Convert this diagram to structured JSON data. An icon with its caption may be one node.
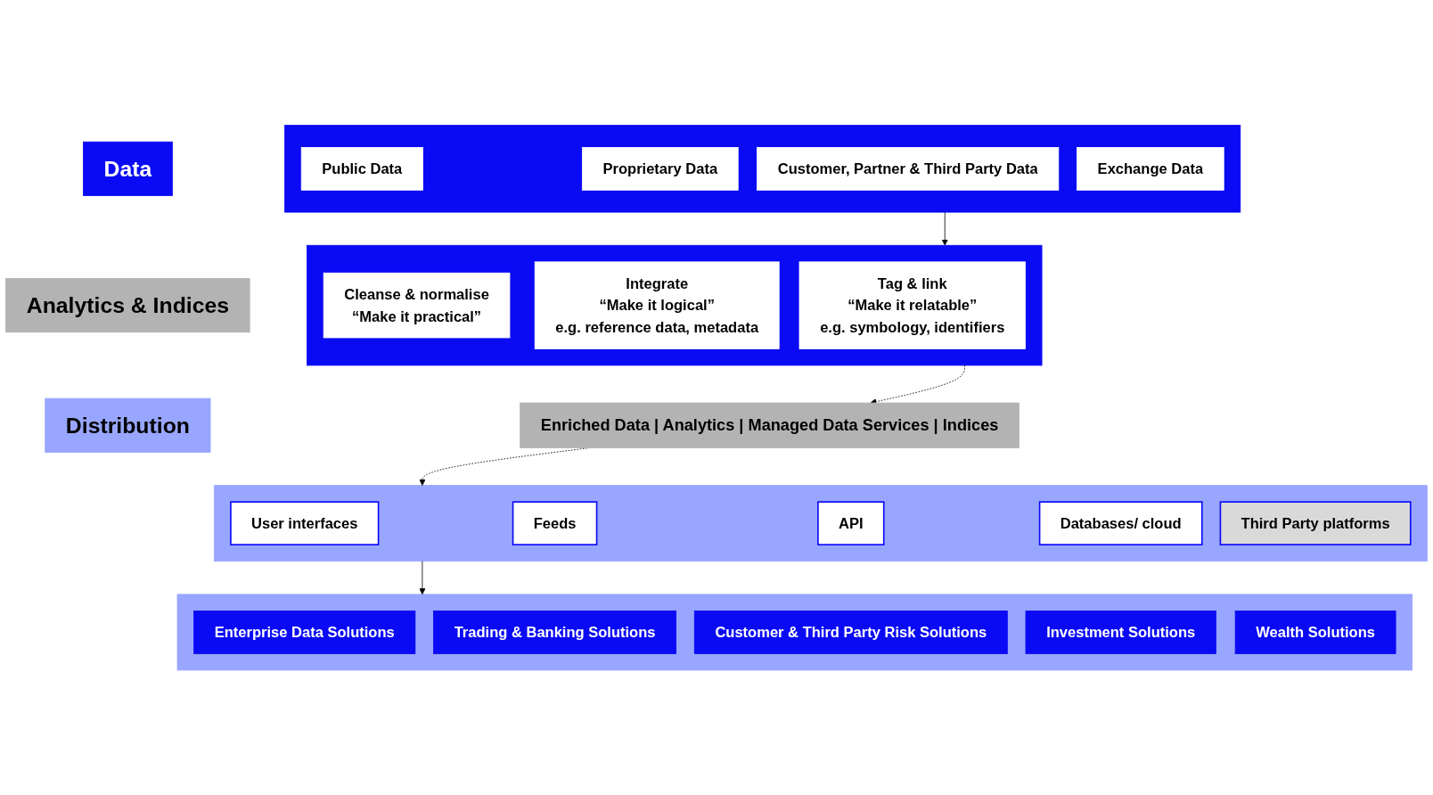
{
  "diagram": {
    "nodes": [
      {
        "text": [
          "Data"
        ]
      },
      {
        "text": [
          "Analytics & Indices"
        ]
      },
      {
        "text": [
          "Distribution"
        ]
      },
      {
        "text": [],
        "shape": "box"
      },
      {
        "text": [
          "Proprietary Data"
        ],
        "in": 3
      },
      {
        "text": [
          "Public Data"
        ],
        "in": 3
      },
      {
        "text": [
          "Customer, Partner & Third Party Data"
        ],
        "in": 3
      },
      {
        "text": [
          "Exchange Data"
        ],
        "in": 3
      },
      {
        "text": [],
        "shape": "box"
      },
      {
        "text": [
          "Cleanse & normalise",
          "“Make it practical”"
        ],
        "in": 8
      },
      {
        "text": [
          "Integrate",
          "“Make it logical”",
          "e.g. reference data, metadata"
        ],
        "in": 8
      },
      {
        "text": [
          "Tag & link",
          "“Make it relatable”",
          "e.g. symbology, identifiers"
        ],
        "in": 8
      },
      {
        "text": [
          "Enriched Data  |  Analytics  |  Managed Data Services  |  Indices"
        ]
      },
      {
        "text": [],
        "shape": "box"
      },
      {
        "text": [
          "User interfaces"
        ],
        "in": 13
      },
      {
        "text": [
          "Feeds"
        ],
        "in": 13
      },
      {
        "text": [
          "API"
        ],
        "in": 13
      },
      {
        "text": [
          "Databases/ cloud"
        ],
        "in": 13
      },
      {
        "text": [
          "Third Party platforms"
        ],
        "in": 13
      },
      {
        "text": [],
        "shape": "box"
      },
      {
        "text": [
          "Enterprise Data Solutions"
        ],
        "in": 19
      },
      {
        "text": [
          "Trading & Banking Solutions"
        ],
        "in": 19
      },
      {
        "text": [
          "Customer & Third Party Risk Solutions"
        ],
        "in": 19
      },
      {
        "text": [
          "Investment Solutions"
        ],
        "in": 19
      },
      {
        "text": [
          "Wealth Solutions"
        ],
        "in": 19
      }
    ],
    "edges": [
      {
        "from": 3,
        "to": 8,
        "arrow": "to"
      },
      {
        "from": 8,
        "to": 12,
        "arrow": "to",
        "style": "dashed"
      },
      {
        "from": 12,
        "to": 13,
        "arrow": "to",
        "style": "dashed"
      },
      {
        "from": 13,
        "to": 19,
        "arrow": "to"
      }
    ]
  }
}
